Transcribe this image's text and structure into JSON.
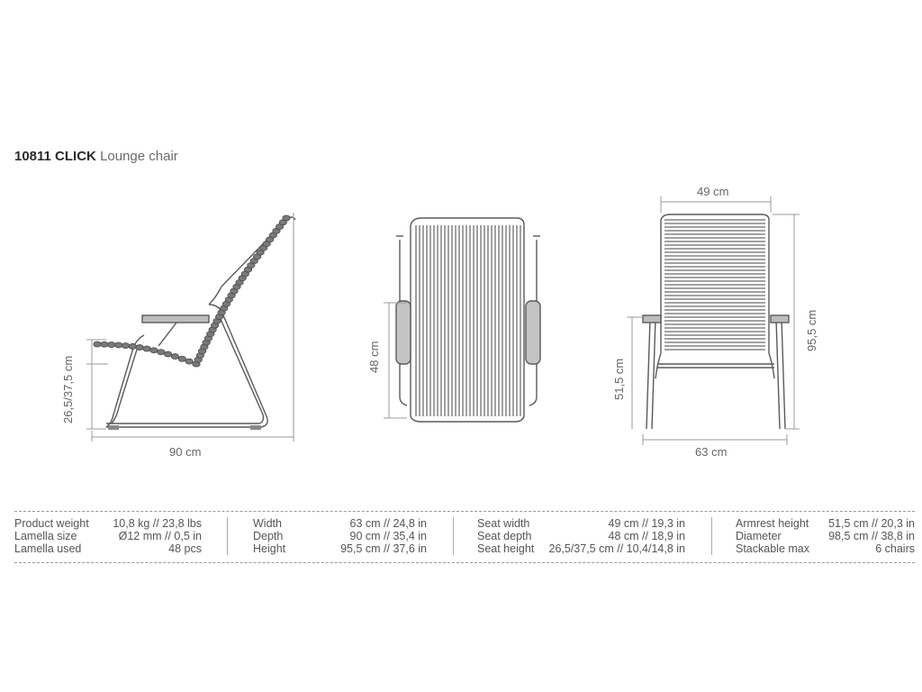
{
  "title": {
    "code": "10811 CLICK",
    "name": "Lounge chair"
  },
  "dimensions": {
    "side_seat_height": "26,5/37,5 cm",
    "side_depth": "90 cm",
    "front_seat_depth": "48 cm",
    "back_seat_width": "49 cm",
    "back_armrest_height": "51,5 cm",
    "back_height": "95,5 cm",
    "back_width": "63 cm"
  },
  "specs": [
    {
      "label": "Product weight",
      "value": "10,8 kg // 23,8 lbs"
    },
    {
      "label": "Lamella size",
      "value": "Ø12 mm // 0,5 in"
    },
    {
      "label": "Lamella used",
      "value": "48 pcs"
    },
    {
      "label": "Width",
      "value": "63 cm // 24,8 in"
    },
    {
      "label": "Depth",
      "value": "90 cm // 35,4 in"
    },
    {
      "label": "Height",
      "value": "95,5 cm // 37,6 in"
    },
    {
      "label": "Seat width",
      "value": "49 cm // 19,3 in"
    },
    {
      "label": "Seat depth",
      "value": "48 cm // 18,9 in"
    },
    {
      "label": "Seat height",
      "value": "26,5/37,5 cm // 10,4/14,8 in"
    },
    {
      "label": "Armrest height",
      "value": "51,5 cm // 20,3 in"
    },
    {
      "label": "Diameter",
      "value": "98,5 cm // 38,8 in"
    },
    {
      "label": "Stackable max",
      "value": "6 chairs"
    }
  ]
}
